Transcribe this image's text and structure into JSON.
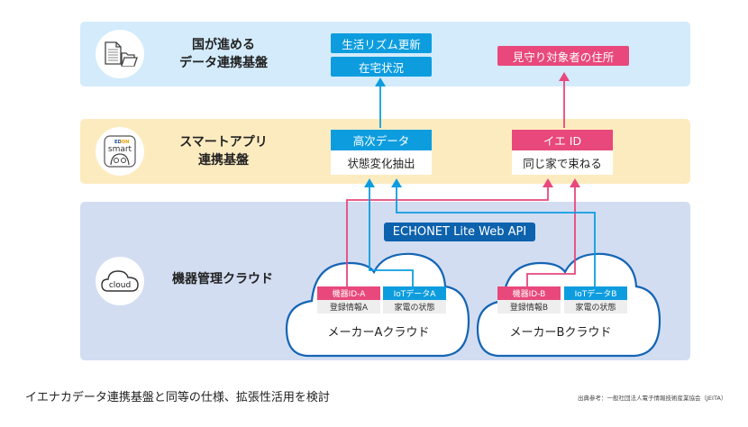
{
  "layers": {
    "national": {
      "title_line1": "国が進める",
      "title_line2": "データ連携基盤",
      "icon": "documents-folder-icon",
      "labels": [
        "生活リズム更新",
        "在宅状況",
        "見守り対象者の住所"
      ]
    },
    "smart_app": {
      "title_line1": "スマートアプリ",
      "title_line2": "連携基盤",
      "icon": "edion-smart-app-icon",
      "icon_text": {
        "brand": "EDION",
        "app": "smart"
      },
      "boxes": [
        {
          "header": "高次データ",
          "body": "状態変化抽出"
        },
        {
          "header": "イエ ID",
          "body": "同じ家で束ねる"
        }
      ]
    },
    "device_cloud": {
      "title": "機器管理クラウド",
      "icon": "cloud-icon",
      "icon_text": "cloud",
      "api_label": "ECHONET Lite Web API",
      "clouds": [
        {
          "name": "メーカーAクラウド",
          "chips": [
            {
              "top": "機器ID-A",
              "bottom": "登録情報A"
            },
            {
              "top": "IoTデータA",
              "bottom": "家電の状態"
            }
          ]
        },
        {
          "name": "メーカーBクラウド",
          "chips": [
            {
              "top": "機器ID-B",
              "bottom": "登録情報B"
            },
            {
              "top": "IoTデータB",
              "bottom": "家電の状態"
            }
          ]
        }
      ]
    }
  },
  "colors": {
    "blue": "#0d9ddf",
    "pink": "#e8487c",
    "navy": "#0d62ad",
    "band_top": "#d3ebfb",
    "band_mid": "#fdebc0",
    "band_bot": "#d2ddf2"
  },
  "footer": {
    "summary": "イエナカデータ連携基盤と同等の仕様、拡張性活用を検討",
    "source": "出典参考：一般社団法人電子情報技術産業協会（JEITA）"
  }
}
